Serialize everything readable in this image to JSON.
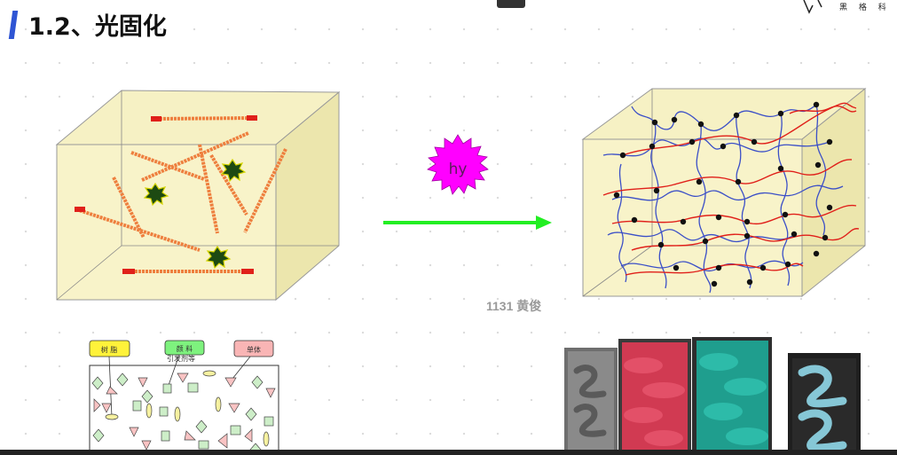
{
  "header": {
    "title": "1.2、光固化",
    "logo_text": "黑 格 科 技"
  },
  "diagram": {
    "light_label": "hy",
    "watermark": "1131 黄俊"
  },
  "legend": {
    "resin_label": "树 脂",
    "pigment_label": "颜 料",
    "pigment_sublabel": "引发剂等",
    "monomer_label": "单体"
  },
  "colors": {
    "cube_fill": "#f6f1c4",
    "fiber": "#ee7f3e",
    "arrow": "#22ee22",
    "light": "#ff00ff",
    "chain_blue": "#3b4fc7",
    "chain_red": "#e0201a",
    "title_accent": "#2f55d4"
  }
}
